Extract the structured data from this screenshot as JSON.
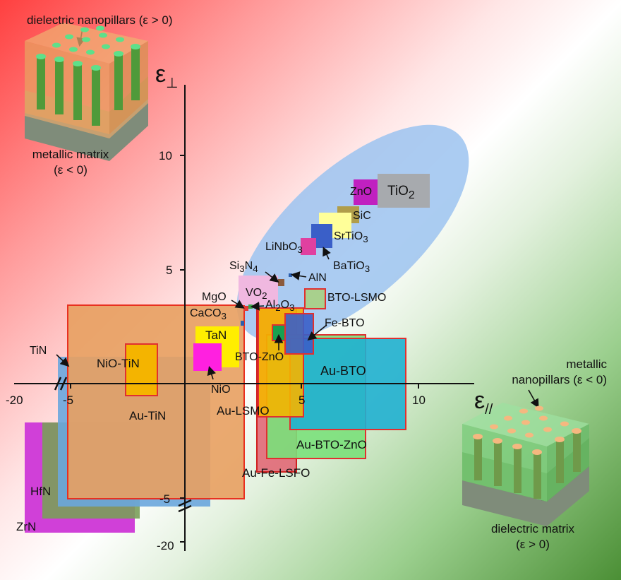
{
  "axes": {
    "y_symbol": "ε",
    "y_sub": "⊥",
    "x_symbol": "ε",
    "x_sub": "//",
    "x_ticks": [
      {
        "text": "-20",
        "value": -20
      },
      {
        "text": "-5",
        "value": -5
      },
      {
        "text": "5",
        "value": 5
      },
      {
        "text": "10",
        "value": 10
      }
    ],
    "y_ticks": [
      {
        "text": "10",
        "value": 10
      },
      {
        "text": "5",
        "value": 5
      },
      {
        "text": "-5",
        "value": -5
      },
      {
        "text": "-20",
        "value": -20
      }
    ]
  },
  "insets": {
    "top_left": {
      "caption_top": "dielectric nanopillars (ε > 0)",
      "caption_bottom_line1": "metallic matrix",
      "caption_bottom_line2": "(ε < 0)"
    },
    "bottom_right": {
      "caption_top_line1": "metallic",
      "caption_top_line2": "nanopillars (ε < 0)",
      "caption_bottom_line1": "dielectric matrix",
      "caption_bottom_line2": "(ε > 0)"
    }
  },
  "materials": [
    {
      "name": "TiO",
      "sub": "2",
      "color": "#a6a6a6"
    },
    {
      "name": "ZnO",
      "sub": "",
      "color": "#c020c0"
    },
    {
      "name": "SiC",
      "sub": "",
      "color": "#b09a40"
    },
    {
      "name": "SrTiO",
      "sub": "3",
      "color": "#ffff99"
    },
    {
      "name": "BaTiO",
      "sub": "3",
      "color": "#3a5fc8"
    },
    {
      "name": "LiNbO",
      "sub": "3",
      "color": "#e040a0"
    },
    {
      "name": "Si",
      "sub": "3",
      "name2": "N",
      "sub2": "4",
      "color": "#8b5a3c"
    },
    {
      "name": "AlN",
      "sub": "",
      "color": "#2b5fae"
    },
    {
      "name": "VO",
      "sub": "2",
      "color": "#f0b8e0"
    },
    {
      "name": "BTO-LSMO",
      "sub": "",
      "color": "#a8d08d"
    },
    {
      "name": "MgO",
      "sub": "",
      "color": "#e53935"
    },
    {
      "name": "Al",
      "sub": "2",
      "name2": "O",
      "sub2": "3",
      "color": "#3aa54a"
    },
    {
      "name": "CaCO",
      "sub": "3",
      "color": "#2b5fae"
    },
    {
      "name": "Fe-BTO",
      "sub": "",
      "color": "#3a5fc8"
    },
    {
      "name": "TaN",
      "sub": "",
      "color": "#ffee00"
    },
    {
      "name": "BTO-ZnO",
      "sub": "",
      "color": "#18a050"
    },
    {
      "name": "NiO",
      "sub": "",
      "color": "#ff20e0"
    },
    {
      "name": "NiO-TiN",
      "sub": "",
      "color": "#f4b400"
    },
    {
      "name": "TiN",
      "sub": "",
      "color": "#6aa6dd"
    },
    {
      "name": "Au-TiN",
      "sub": "",
      "color": "#e8a060"
    },
    {
      "name": "Au-LSMO",
      "sub": "",
      "color": "#f4b400"
    },
    {
      "name": "Au-BTO",
      "sub": "",
      "color": "#20b0d0"
    },
    {
      "name": "Au-BTO-ZnO",
      "sub": "",
      "color": "#7ae07a"
    },
    {
      "name": "Au-Fe-LSFO",
      "sub": "",
      "color": "#e06070"
    },
    {
      "name": "HfN",
      "sub": "",
      "color": "#7a9e5a"
    },
    {
      "name": "ZrN",
      "sub": "",
      "color": "#d040d8"
    }
  ]
}
